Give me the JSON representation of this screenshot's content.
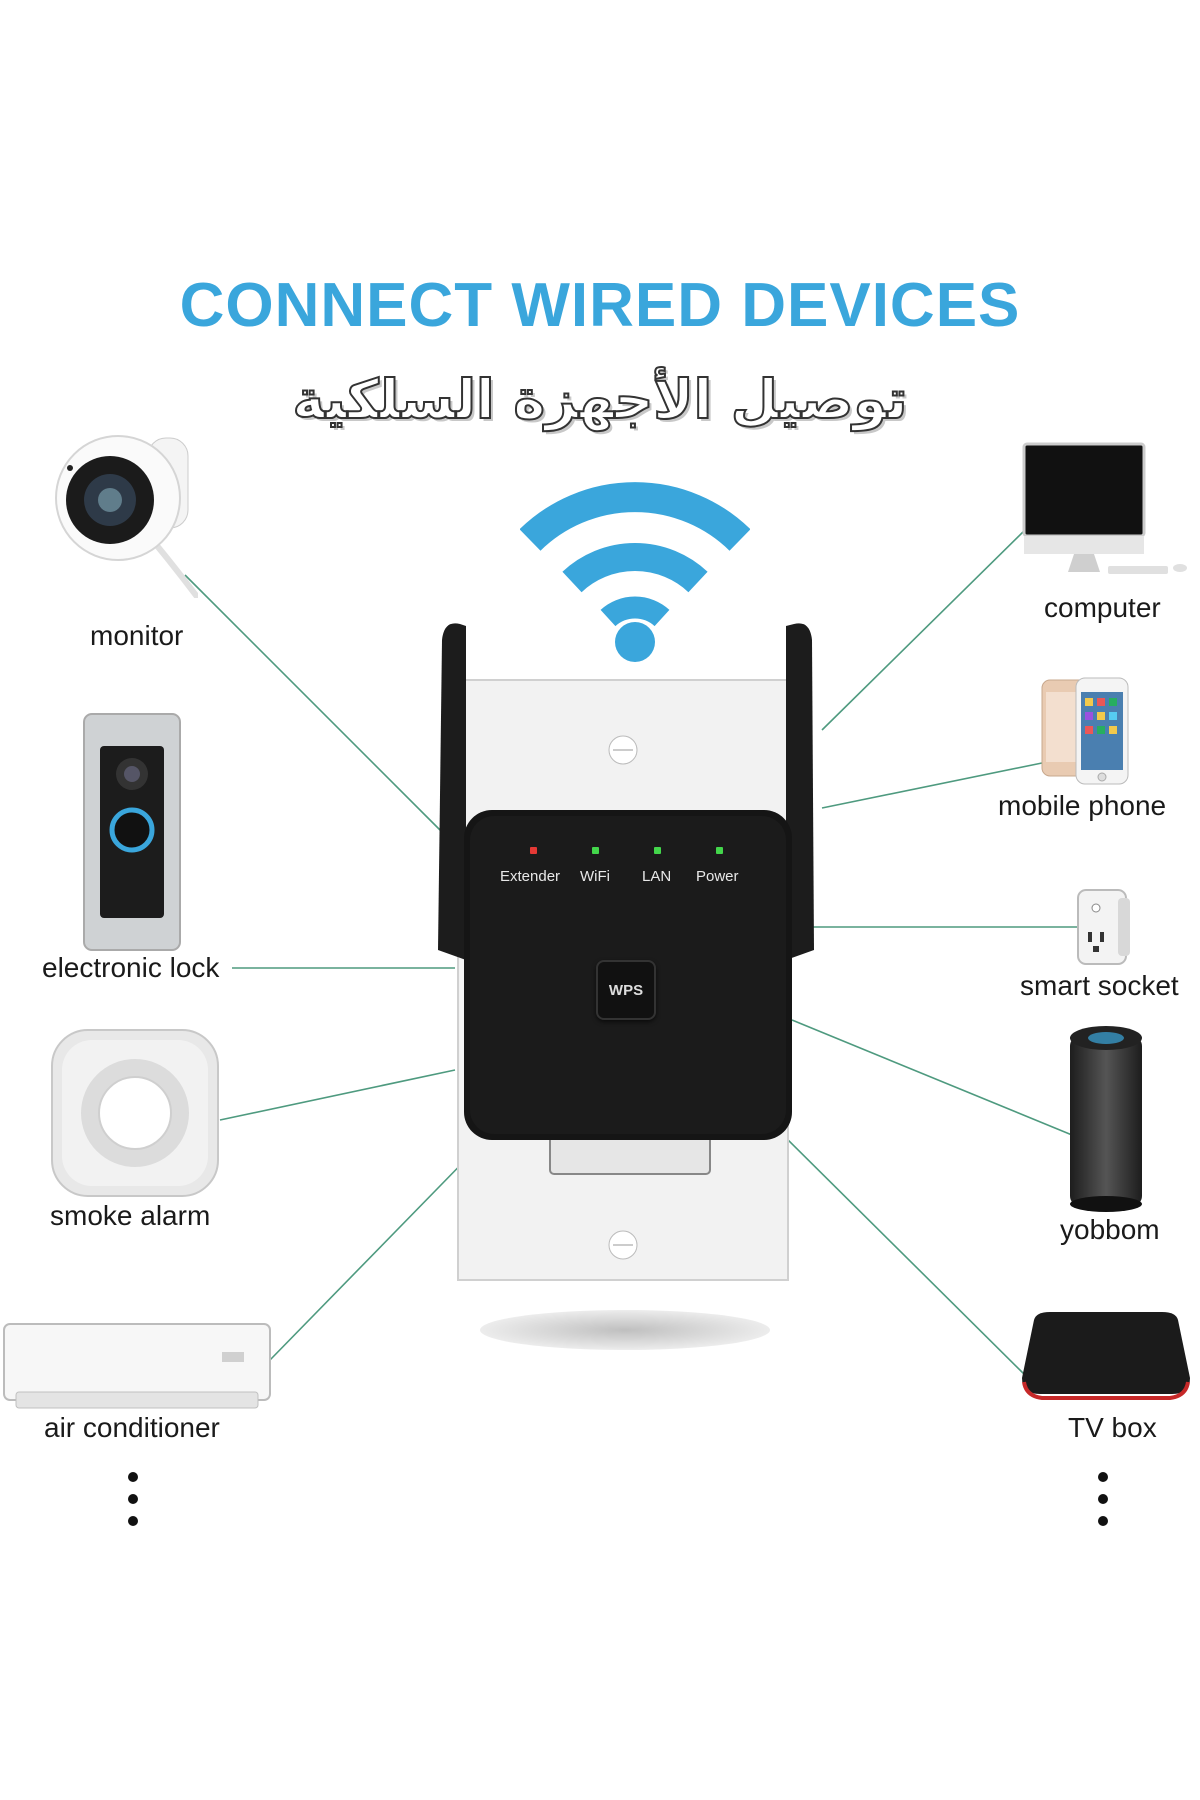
{
  "title": "CONNECT WIRED DEVICES",
  "subtitle_ar": "توصيل الأجهزة السلكية",
  "colors": {
    "accent": "#3aa6dc",
    "line": "#4e9a7f",
    "led_red": "#e53935",
    "led_green": "#43d64b"
  },
  "left_devices": [
    {
      "label": "monitor",
      "icon": "security-camera-icon"
    },
    {
      "label": "electronic lock",
      "icon": "video-doorbell-icon"
    },
    {
      "label": "smoke alarm",
      "icon": "smoke-alarm-icon"
    },
    {
      "label": "air conditioner",
      "icon": "air-conditioner-icon"
    }
  ],
  "right_devices": [
    {
      "label": "computer",
      "icon": "desktop-computer-icon"
    },
    {
      "label": "mobile phone",
      "icon": "smartphone-icon"
    },
    {
      "label": "smart socket",
      "icon": "smart-plug-icon"
    },
    {
      "label": "yobbom",
      "icon": "smart-speaker-icon"
    },
    {
      "label": "TV box",
      "icon": "tv-box-icon"
    }
  ],
  "extender": {
    "leds": [
      "Extender",
      "WiFi",
      "LAN",
      "Power"
    ],
    "button": "WPS"
  },
  "wifi_icon": "wifi-icon"
}
